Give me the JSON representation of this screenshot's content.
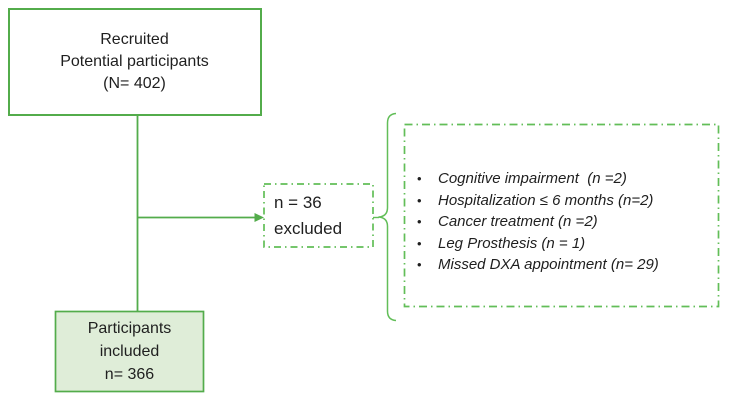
{
  "diagram": {
    "recruited_box": {
      "lines": [
        "Recruited",
        "Potential participants",
        "(N= 402)"
      ]
    },
    "excluded_box": {
      "lines": [
        "n = 36",
        "excluded"
      ]
    },
    "included_box": {
      "lines": [
        "Participants",
        "included",
        "n= 366"
      ]
    },
    "exclusion_reasons": {
      "bullet": "•",
      "items": [
        "Cognitive impairment  (n =2)",
        "Hospitalization ≤ 6 months (n=2)",
        "Cancer treatment (n =2)",
        "Leg Prosthesis (n = 1)",
        "Missed DXA appointment (n= 29)"
      ]
    },
    "colors": {
      "solid_border_green": "#53AC4B",
      "dashed_border_green": "#62BE58",
      "included_box_fill": "#DFEDD8",
      "text": "#1F1F1F",
      "background": "#FFFFFF"
    }
  }
}
